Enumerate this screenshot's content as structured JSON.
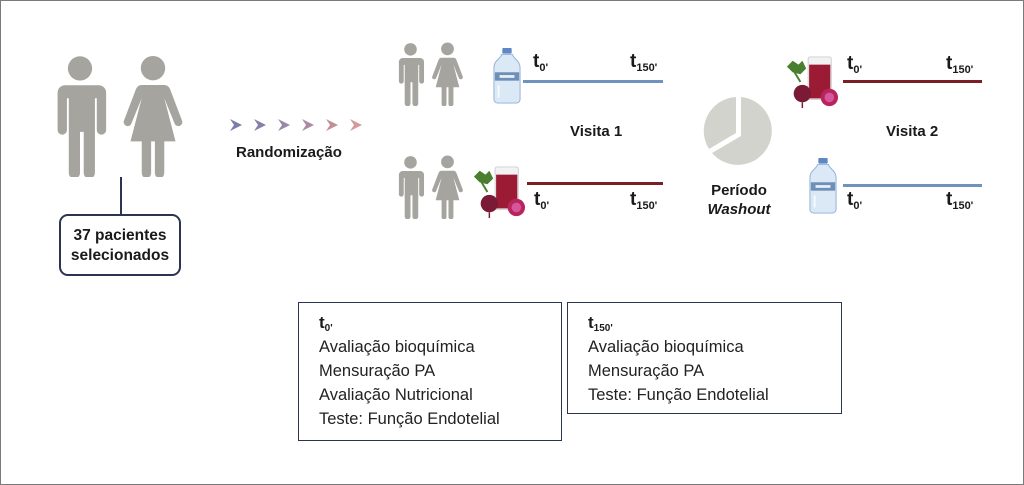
{
  "colors": {
    "water_line": "#6f93bd",
    "beet_line": "#7a1f24",
    "person": "#a5a49e",
    "box_border": "#2b3550",
    "washout_pie": "#d3d3ce"
  },
  "start": {
    "patients_label_line1": "37 pacientes",
    "patients_label_line2": "selecionados"
  },
  "randomization": {
    "label": "Randomização",
    "arrow_count": 6
  },
  "visit1": {
    "label": "Visita 1",
    "arm_a": {
      "drink": "water-bottle-icon",
      "t_start": "t",
      "t_start_sub": "0'",
      "t_end": "t",
      "t_end_sub": "150'"
    },
    "arm_b": {
      "drink": "beet-juice-icon",
      "t_start": "t",
      "t_start_sub": "0'",
      "t_end": "t",
      "t_end_sub": "150'"
    }
  },
  "washout": {
    "line1": "Período",
    "line2": "Washout"
  },
  "visit2": {
    "label": "Visita 2",
    "arm_a": {
      "drink": "beet-juice-icon",
      "t_start": "t",
      "t_start_sub": "0'",
      "t_end": "t",
      "t_end_sub": "150'"
    },
    "arm_b": {
      "drink": "water-bottle-icon",
      "t_start": "t",
      "t_start_sub": "0'",
      "t_end": "t",
      "t_end_sub": "150'"
    }
  },
  "assessments": {
    "t0": {
      "title": "t",
      "title_sub": "0'",
      "items": [
        "Avaliação bioquímica",
        "Mensuração PA",
        "Avaliação Nutricional",
        "Teste: Função Endotelial"
      ]
    },
    "t150": {
      "title": "t",
      "title_sub": "150'",
      "items": [
        "Avaliação bioquímica",
        "Mensuração PA",
        "Teste: Função Endotelial"
      ]
    }
  }
}
